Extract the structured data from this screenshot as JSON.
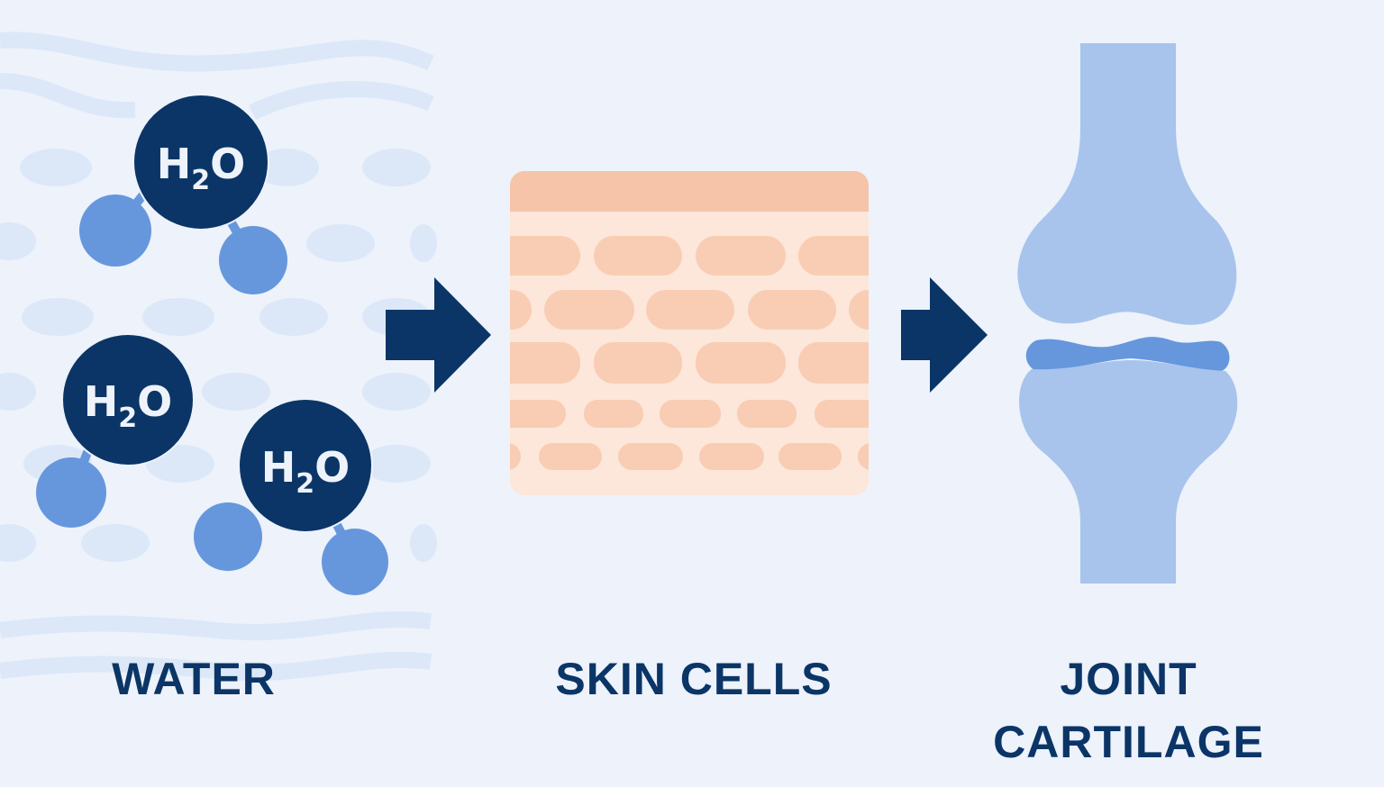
{
  "molecules": [
    {
      "symbol": "H",
      "subscript": "2",
      "element": "O"
    },
    {
      "symbol": "H",
      "subscript": "2",
      "element": "O"
    },
    {
      "symbol": "H",
      "subscript": "2",
      "element": "O"
    }
  ],
  "labels": {
    "water": "WATER",
    "skin": "SKIN CELLS",
    "joint_line1": "JOINT",
    "joint_line2": "CARTILAGE"
  },
  "colors": {
    "background": "#edf2fb",
    "navy": "#0b3566",
    "hydrogen": "#6697dd",
    "bone": "#a8c4ec",
    "skin_top": "#f6c4a8",
    "skin_bg": "#fde6da",
    "skin_cell": "#f8cdb3"
  }
}
